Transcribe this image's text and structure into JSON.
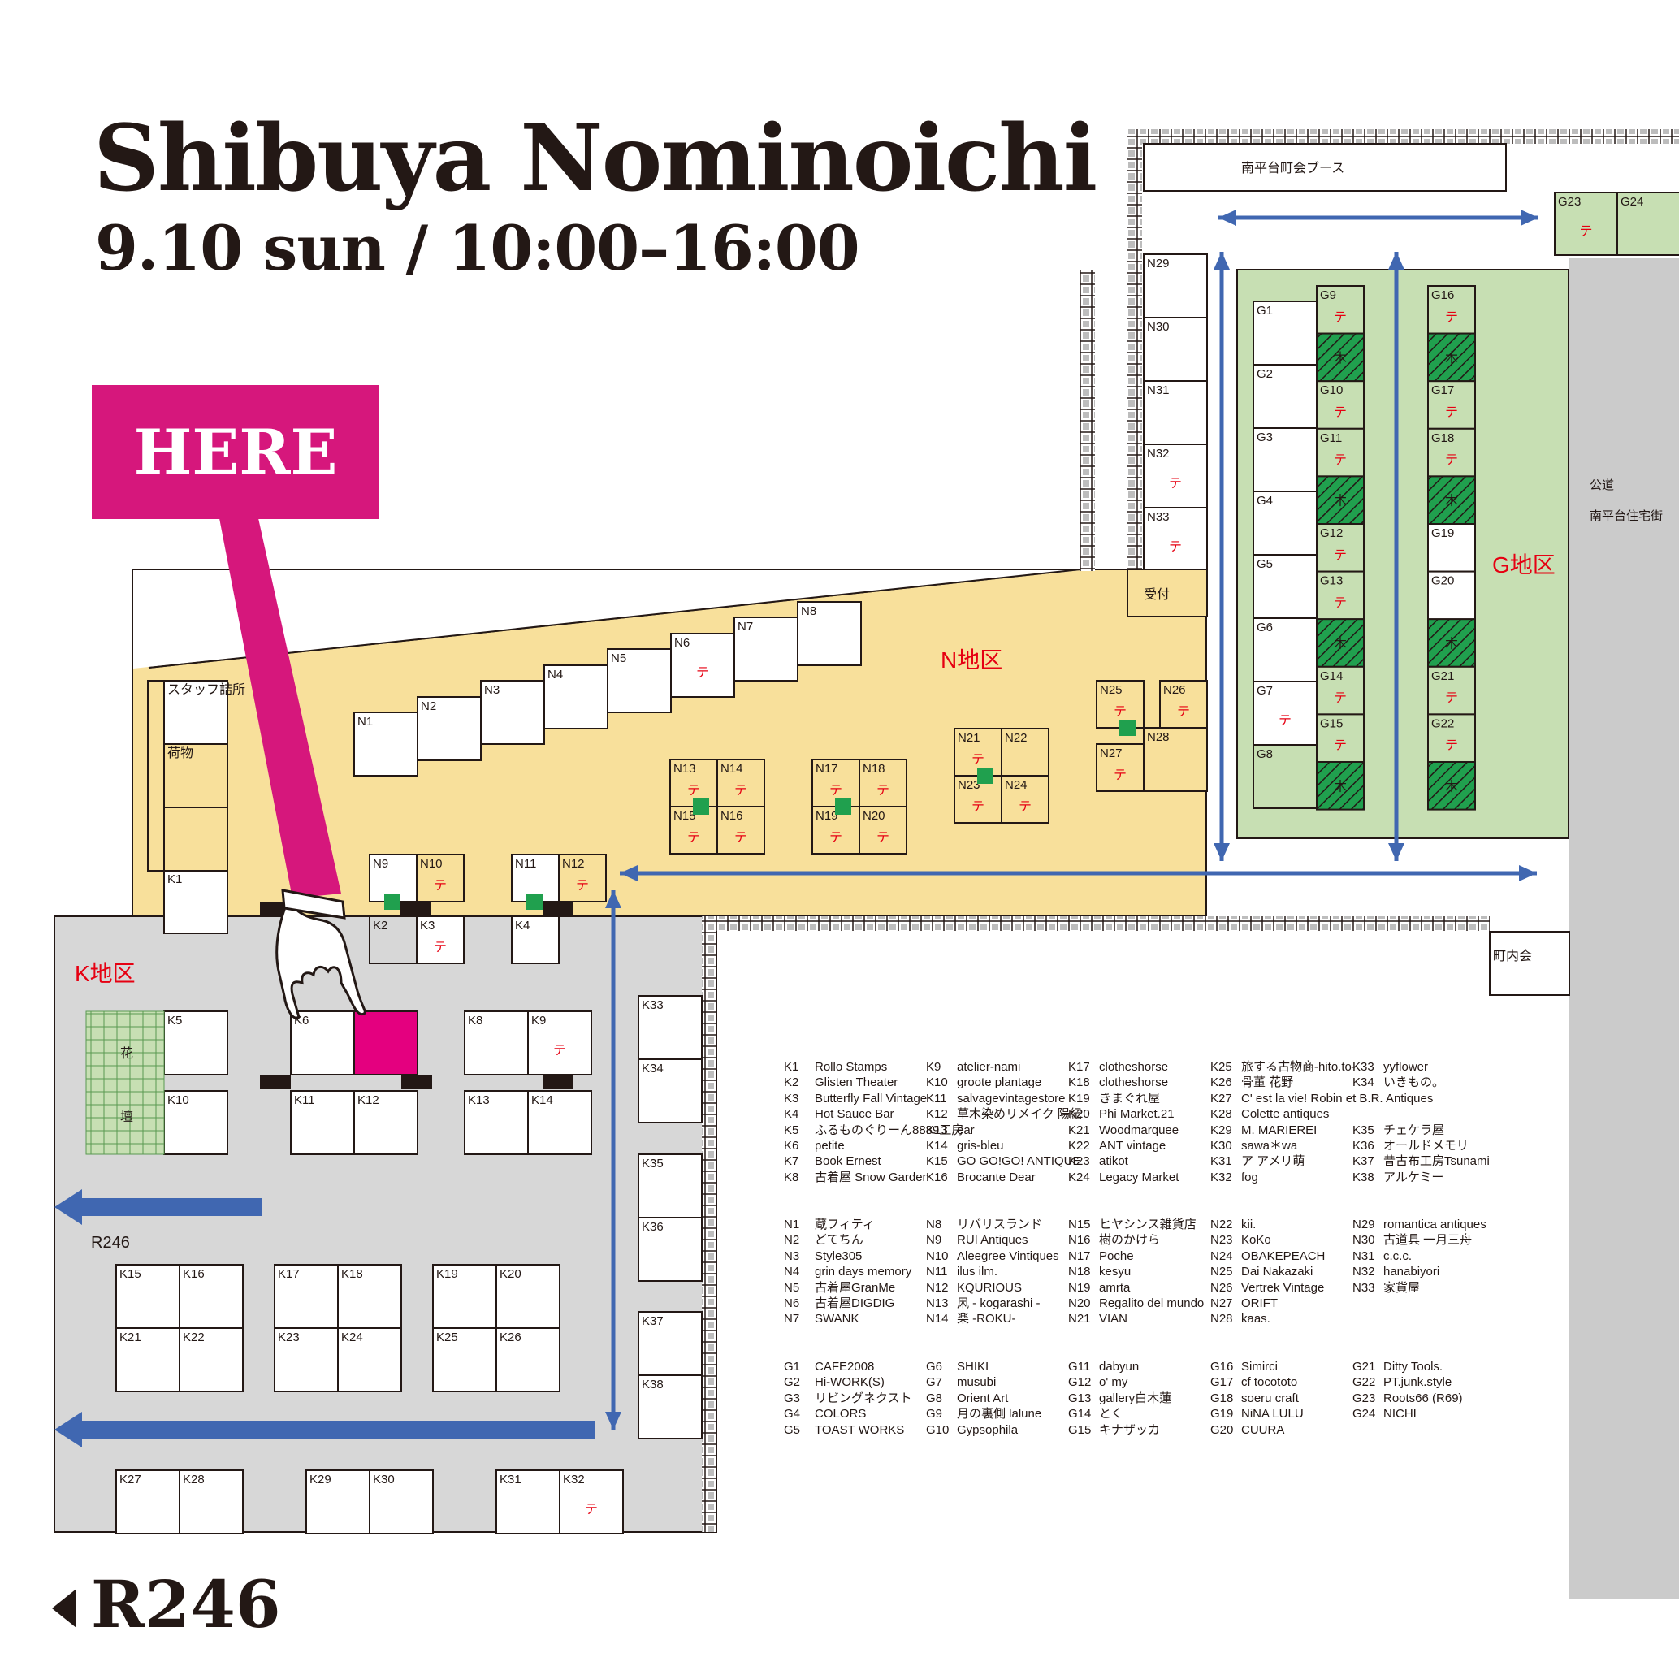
{
  "title": "Shibuya Nominoichi",
  "subtitle": "9.10 sun / 10:00–16:00",
  "here_label": "HERE",
  "road_main": "R246",
  "road_k_area": "R246",
  "colors": {
    "magenta": "#d6177c",
    "n_area": "#f8e09b",
    "g_area": "#c7dfb3",
    "k_area": "#d7d7d7",
    "road": "#cbcbcb",
    "arrow": "#4067b1",
    "green_plot": "#20a04e",
    "district_label": "#e60012"
  },
  "areas": {
    "n_label": "N地区",
    "g_label": "G地区",
    "k_label": "K地区",
    "reception": "受付",
    "staff": "スタッフ詰所",
    "luggage": "荷物",
    "chonaikai": "町内会",
    "minamidaira_booth": "南平台町会ブース",
    "flower_bed": [
      "花",
      "壇"
    ],
    "road_right": [
      "公道",
      "南平台住宅街"
    ]
  },
  "marks": {
    "te": "テ",
    "ki": "木"
  },
  "booths": {
    "N1": "N1",
    "N2": "N2",
    "N3": "N3",
    "N4": "N4",
    "N5": "N5",
    "N6": "N6",
    "N7": "N7",
    "N8": "N8",
    "N9": "N9",
    "N10": "N10",
    "N11": "N11",
    "N12": "N12",
    "N13": "N13",
    "N14": "N14",
    "N15": "N15",
    "N16": "N16",
    "N17": "N17",
    "N18": "N18",
    "N19": "N19",
    "N20": "N20",
    "N21": "N21",
    "N22": "N22",
    "N23": "N23",
    "N24": "N24",
    "N25": "N25",
    "N26": "N26",
    "N27": "N27",
    "N28": "N28",
    "N29": "N29",
    "N30": "N30",
    "N31": "N31",
    "N32": "N32",
    "N33": "N33",
    "G1": "G1",
    "G2": "G2",
    "G3": "G3",
    "G4": "G4",
    "G5": "G5",
    "G6": "G6",
    "G7": "G7",
    "G8": "G8",
    "G9": "G9",
    "G10": "G10",
    "G11": "G11",
    "G12": "G12",
    "G13": "G13",
    "G14": "G14",
    "G15": "G15",
    "G16": "G16",
    "G17": "G17",
    "G18": "G18",
    "G19": "G19",
    "G20": "G20",
    "G21": "G21",
    "G22": "G22",
    "G23": "G23",
    "G24": "G24",
    "K1": "K1",
    "K2": "K2",
    "K3": "K3",
    "K4": "K4",
    "K5": "K5",
    "K6": "K6",
    "K8": "K8",
    "K9": "K9",
    "K10": "K10",
    "K11": "K11",
    "K12": "K12",
    "K13": "K13",
    "K14": "K14",
    "K15": "K15",
    "K16": "K16",
    "K17": "K17",
    "K18": "K18",
    "K19": "K19",
    "K20": "K20",
    "K21": "K21",
    "K22": "K22",
    "K23": "K23",
    "K24": "K24",
    "K25": "K25",
    "K26": "K26",
    "K27": "K27",
    "K28": "K28",
    "K29": "K29",
    "K30": "K30",
    "K31": "K31",
    "K32": "K32",
    "K33": "K33",
    "K34": "K34",
    "K35": "K35",
    "K36": "K36",
    "K37": "K37",
    "K38": "K38"
  },
  "legend": {
    "k_block": [
      [
        [
          "K1",
          "Rollo Stamps"
        ],
        [
          "K2",
          "Glisten Theater"
        ],
        [
          "K3",
          "Butterfly Fall Vintage"
        ],
        [
          "K4",
          "Hot Sauce Bar"
        ],
        [
          "K5",
          "ふるものぐりーん8889工房"
        ],
        [
          "K6",
          "petite"
        ],
        [
          "K7",
          "Book Ernest"
        ],
        [
          "K8",
          "古着屋 Snow Garden"
        ]
      ],
      [
        [
          "K9",
          "atelier-nami"
        ],
        [
          "K10",
          "groote plantage"
        ],
        [
          "K11",
          "salvagevintagestore"
        ],
        [
          "K12",
          "草木染めリメイク 陽紀"
        ],
        [
          "K13",
          "ear"
        ],
        [
          "K14",
          "gris-bleu"
        ],
        [
          "K15",
          "GO GO!GO! ANTIQUE"
        ],
        [
          "K16",
          "Brocante Dear"
        ]
      ],
      [
        [
          "K17",
          "clotheshorse"
        ],
        [
          "K18",
          "clotheshorse"
        ],
        [
          "K19",
          "きまぐれ屋"
        ],
        [
          "K20",
          "Phi Market.21"
        ],
        [
          "K21",
          "Woodmarquee"
        ],
        [
          "K22",
          "ANT vintage"
        ],
        [
          "K23",
          "atikot"
        ],
        [
          "K24",
          "Legacy Market"
        ]
      ],
      [
        [
          "K25",
          "旅する古物商-hito.to-"
        ],
        [
          "K26",
          "骨董 花野"
        ],
        [
          "K27",
          "C' est la vie! Robin et B.R. Antiques"
        ],
        [
          "K28",
          "Colette antiques"
        ],
        [
          "K29",
          "M. MARIEREI"
        ],
        [
          "K30",
          "sawa＊wa"
        ],
        [
          "K31",
          "ア アメリ萌"
        ],
        [
          "K32",
          "fog"
        ]
      ],
      [
        [
          "K33",
          "yyflower"
        ],
        [
          "K34",
          "いきもの。"
        ],
        [
          "",
          ""
        ],
        [
          "",
          ""
        ],
        [
          "K35",
          "チェケラ屋"
        ],
        [
          "K36",
          "オールドメモリ"
        ],
        [
          "K37",
          "昔古布工房Tsunami"
        ],
        [
          "K38",
          "アルケミー"
        ]
      ]
    ],
    "n_block": [
      [
        [
          "N1",
          "蔵フィティ"
        ],
        [
          "N2",
          "どてちん"
        ],
        [
          "N3",
          "Style305"
        ],
        [
          "N4",
          "grin days memory"
        ],
        [
          "N5",
          "古着屋GranMe"
        ],
        [
          "N6",
          "古着屋DIGDIG"
        ],
        [
          "N7",
          "SWANK"
        ]
      ],
      [
        [
          "N8",
          "リバリスランド"
        ],
        [
          "N9",
          "RUI Antiques"
        ],
        [
          "N10",
          "Aleegree Vintiques"
        ],
        [
          "N11",
          "ilus ilm."
        ],
        [
          "N12",
          "KQURIOUS"
        ],
        [
          "N13",
          "凩 - kogarashi -"
        ],
        [
          "N14",
          "楽 -ROKU-"
        ]
      ],
      [
        [
          "N15",
          "ヒヤシンス雑貨店"
        ],
        [
          "N16",
          "樹のかけら"
        ],
        [
          "N17",
          "Poche"
        ],
        [
          "N18",
          "kesyu"
        ],
        [
          "N19",
          "amrta"
        ],
        [
          "N20",
          "Regalito del mundo"
        ],
        [
          "N21",
          "VIAN"
        ]
      ],
      [
        [
          "N22",
          "kii."
        ],
        [
          "N23",
          "KoKo"
        ],
        [
          "N24",
          "OBAKEPEACH"
        ],
        [
          "N25",
          "Dai Nakazaki"
        ],
        [
          "N26",
          "Vertrek Vintage"
        ],
        [
          "N27",
          "ORIFT"
        ],
        [
          "N28",
          "kaas."
        ]
      ],
      [
        [
          "N29",
          "romantica antiques"
        ],
        [
          "N30",
          "古道具 一月三舟"
        ],
        [
          "N31",
          "c.c.c."
        ],
        [
          "N32",
          "hanabiyori"
        ],
        [
          "N33",
          "家貨屋"
        ]
      ]
    ],
    "g_block": [
      [
        [
          "G1",
          "CAFE2008"
        ],
        [
          "G2",
          "Hi-WORK(S)"
        ],
        [
          "G3",
          "リビングネクスト"
        ],
        [
          "G4",
          "COLORS"
        ],
        [
          "G5",
          "TOAST WORKS"
        ]
      ],
      [
        [
          "G6",
          "SHIKI"
        ],
        [
          "G7",
          "musubi"
        ],
        [
          "G8",
          "Orient Art"
        ],
        [
          "G9",
          "月の裏側 lalune"
        ],
        [
          "G10",
          "Gypsophila"
        ]
      ],
      [
        [
          "G11",
          "dabyun"
        ],
        [
          "G12",
          "o' my"
        ],
        [
          "G13",
          "gallery白木蓮"
        ],
        [
          "G14",
          "とく"
        ],
        [
          "G15",
          "キナザッカ"
        ]
      ],
      [
        [
          "G16",
          "Simirci"
        ],
        [
          "G17",
          "cf tocototo"
        ],
        [
          "G18",
          "soeru craft"
        ],
        [
          "G19",
          "NiNA LULU"
        ],
        [
          "G20",
          "CUURA"
        ]
      ],
      [
        [
          "G21",
          "Ditty Tools."
        ],
        [
          "G22",
          "PT.junk.style"
        ],
        [
          "G23",
          "Roots66 (R69)"
        ],
        [
          "G24",
          "NICHI"
        ]
      ]
    ]
  }
}
